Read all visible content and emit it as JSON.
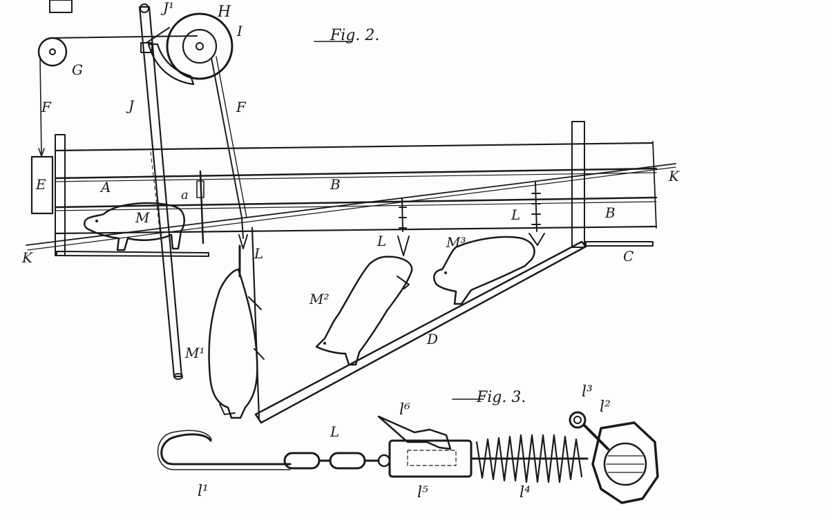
{
  "figures": {
    "fig2_title": "Fig. 2.",
    "fig3_title": "Fig. 3."
  },
  "labels": {
    "J1": "J¹",
    "H": "H",
    "I": "I",
    "G": "G",
    "F_left": "F",
    "J": "J",
    "F_right": "F",
    "E": "E",
    "A": "A",
    "a": "a",
    "B_mid": "B",
    "B_right": "B",
    "K_right": "K",
    "K_left": "K",
    "M": "M",
    "L_1": "L",
    "L_2": "L",
    "L_3": "L",
    "M1": "M¹",
    "M2": "M²",
    "M3": "M³",
    "C": "C",
    "D": "D",
    "L_fig3": "L",
    "l1": "l¹",
    "l2": "l²",
    "l3": "l³",
    "l4": "l⁴",
    "l5": "l⁵",
    "l6": "l⁶"
  },
  "colors": {
    "ink": "#1a1a1a",
    "paper": "#fdfdfc"
  }
}
